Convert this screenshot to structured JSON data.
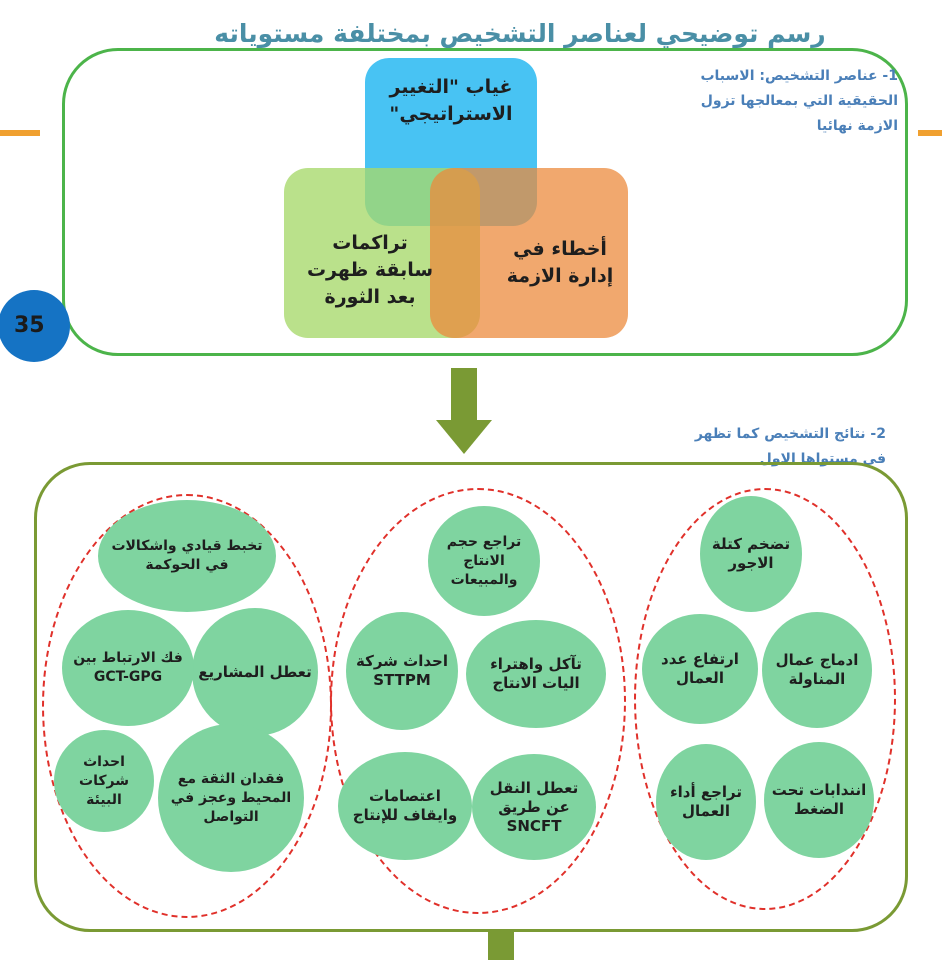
{
  "title": "رسم توضيحي لعناصر التشخيص بمختلفة مستوياته",
  "page_number": "35",
  "section1": {
    "label": "1- عناصر التشخيص: الاسباب الحقيقية التي بمعالجها تزول الازمة نهائيا",
    "items": {
      "top": "غياب \"التغيير الاستراتيجي\"",
      "left": "تراكمات سابقة ظهرت بعد الثورة",
      "right": "أخطاء في إدارة الازمة"
    },
    "colors": {
      "top": "#1ab4f0",
      "left": "#a6d86a",
      "right": "#ec8a3c"
    }
  },
  "section2": {
    "label": "2- نتائج التشخيص كما تظهر في مستواها الاول",
    "groups": [
      {
        "name": "right-group",
        "items": [
          "تضخم كتلة الاجور",
          "ادماج عمال المناولة",
          "ارتفاع عدد العمال",
          "انندابات تحت الضغط",
          "تراجع أداء العمال"
        ]
      },
      {
        "name": "middle-group",
        "items": [
          "تراجع حجم الانتاج والمبيعات",
          "تآكل واهتراء اليات الانتاج",
          "احداث شركة STTPM",
          "تعطل النقل عن طريق SNCFT",
          "اعتصامات وايقاف للإنتاج"
        ]
      },
      {
        "name": "left-group",
        "items": [
          "تخبط قيادي واشكالات في الحوكمة",
          "تعطل المشاريع",
          "فك الارتباط بين GCT-GPG",
          "فقدان الثقة مع المحيط وعجز في التواصل",
          "احداث شركات البيئة"
        ]
      }
    ]
  },
  "colors": {
    "box1_border": "#4cb44a",
    "box2_border": "#7a9a34",
    "arrow": "#7a9a34",
    "circle_fill": "#7fd4a0",
    "oval_border": "#e0302a",
    "title": "#4a8fa6"
  }
}
